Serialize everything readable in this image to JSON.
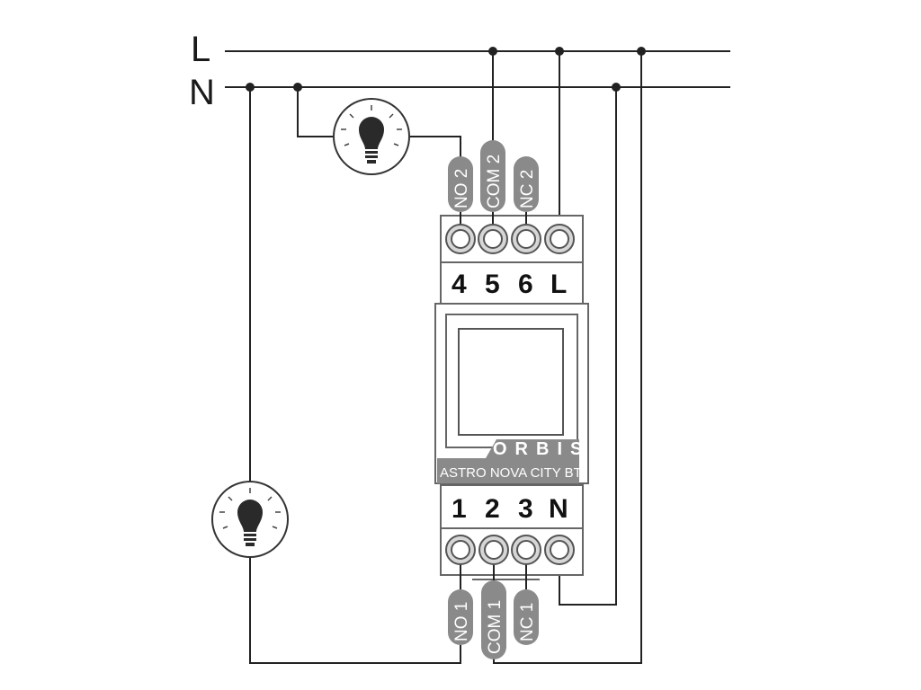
{
  "rails": {
    "line_label": "L",
    "neutral_label": "N"
  },
  "device": {
    "brand": "ORBIS",
    "model": "ASTRO NOVA CITY BT",
    "top_terminals": [
      "4",
      "5",
      "6",
      "L"
    ],
    "bottom_terminals": [
      "1",
      "2",
      "3",
      "N"
    ]
  },
  "contacts": {
    "top": [
      "NO 2",
      "COM 2",
      "NC 2"
    ],
    "bottom": [
      "NO 1",
      "COM 1",
      "NC 1"
    ]
  },
  "lamps": [
    "lamp-icon",
    "lamp-icon"
  ],
  "colors": {
    "wire": "#222222",
    "badge": "#8a8a8a",
    "housing_stroke": "#666666"
  }
}
